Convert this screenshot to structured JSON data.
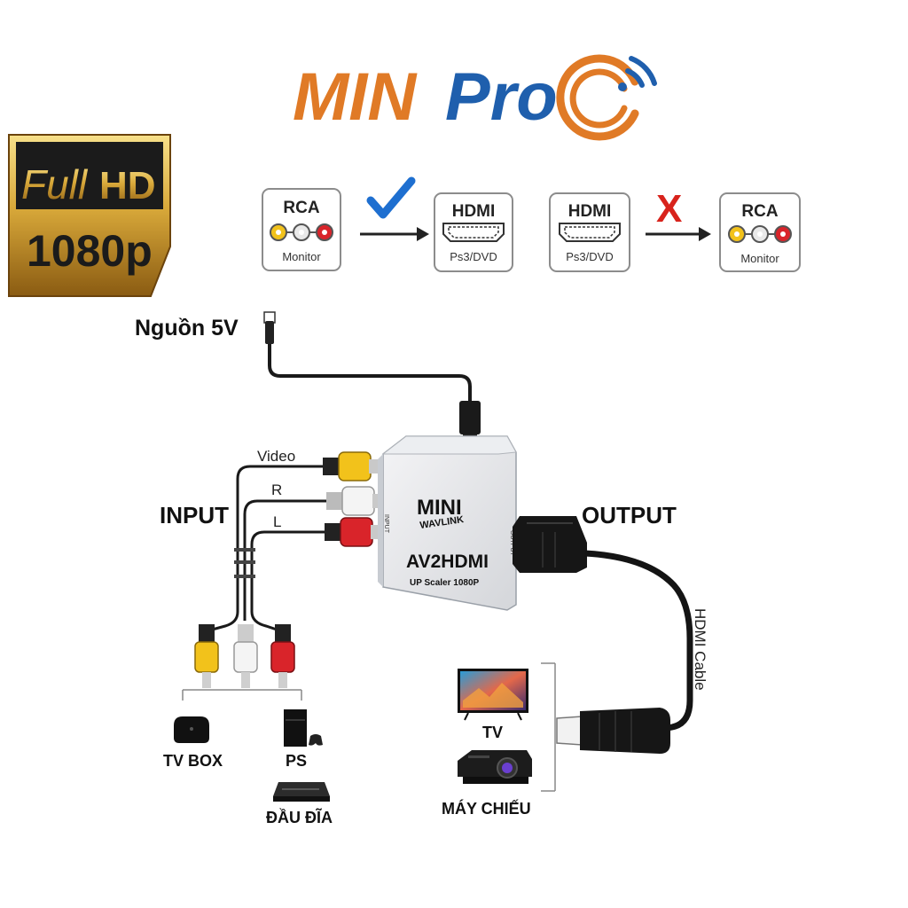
{
  "brand": {
    "name_part1": "MIN",
    "name_part2": "Pro",
    "colors": {
      "orange": "#e07a26",
      "blue": "#1f5fad"
    }
  },
  "badge": {
    "line1": "Full",
    "line2": "HD",
    "line3": "1080p"
  },
  "compat": {
    "box1": {
      "title": "RCA",
      "sub": "Monitor"
    },
    "box2": {
      "title": "HDMI",
      "sub": "Ps3/DVD"
    },
    "box3": {
      "title": "HDMI",
      "sub": "Ps3/DVD"
    },
    "box4": {
      "title": "RCA",
      "sub": "Monitor"
    },
    "check_icon": "check-icon",
    "cross_symbol": "X",
    "colors": {
      "check": "#1e6fd0",
      "cross": "#d8231c"
    }
  },
  "diagram": {
    "power_label": "Nguồn 5V",
    "input_label": "INPUT",
    "output_label": "OUTPUT",
    "wire_video": "Video",
    "wire_r": "R",
    "wire_l": "L",
    "hdmi_cable_label": "HDMI Cable",
    "device": {
      "brand_top": "MINI",
      "brand_sub": "WAVLINK",
      "model": "AV2HDMI",
      "subtitle": "UP Scaler 1080P",
      "side_input": "INPUT",
      "side_output": "OUTPUT"
    },
    "sources": {
      "tv_box": "TV BOX",
      "ps": "PS",
      "dau_dia": "ĐẦU ĐĨA"
    },
    "outputs": {
      "tv": "TV",
      "projector": "MÁY CHIẾU"
    },
    "plug_colors": {
      "yellow": "#f2c21b",
      "white": "#f2f2f2",
      "red": "#d9242a"
    }
  }
}
